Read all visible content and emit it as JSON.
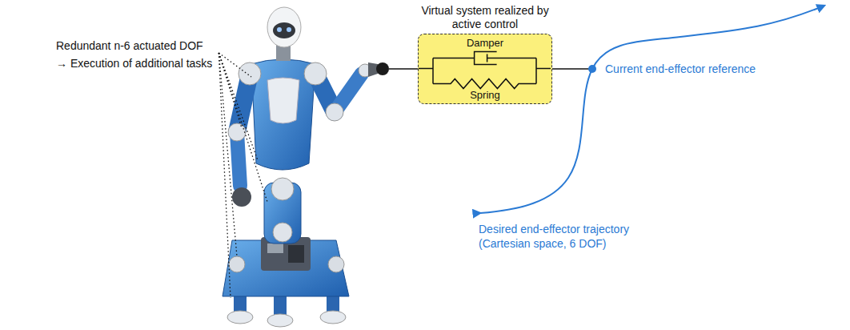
{
  "diagram": {
    "nodes": [
      {
        "text": [
          "Virtual system realized by active control",
          "Damper",
          "Spring"
        ]
      }
    ],
    "labels": [
      "Redundant n-6 actuated DOF",
      "→ Execution of additional tasks",
      "Current end-effector reference",
      "Desired end-effector trajectory (Cartesian space, 6 DOF)"
    ]
  }
}
